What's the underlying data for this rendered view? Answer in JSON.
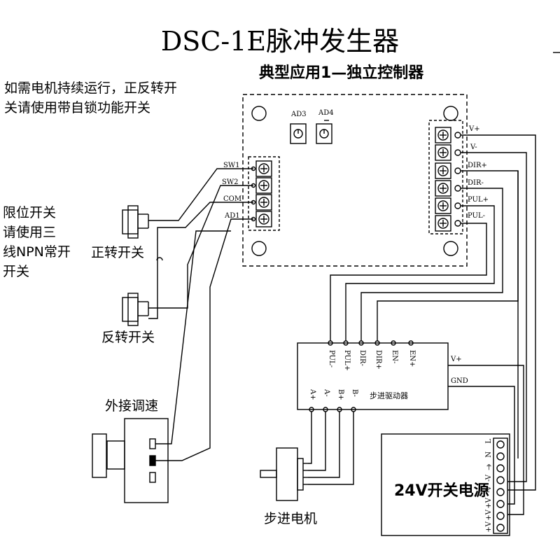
{
  "title": "DSC-1E脉冲发生器",
  "subtitle": "典型应用1—独立控制器",
  "note_top": "如需电机持续运行，正反转开\n关请使用带自锁功能开关",
  "note_limit": "限位开关\n请使用三\n线NPN常开\n开关",
  "labels": {
    "forward_switch": "正转开关",
    "reverse_switch": "反转开关",
    "speed_control": "外接调速",
    "stepper_motor": "步进电机",
    "driver": "步进驱动器",
    "psu": "24V开关电源"
  },
  "controller": {
    "pots": [
      "AD3",
      "AD4"
    ],
    "left_terminals": [
      "SW1",
      "SW2",
      "COM",
      "AD1"
    ],
    "right_terminals": [
      "V+",
      "V-",
      "DIR+",
      "DIR-",
      "PUL+",
      "PUL-"
    ]
  },
  "driver": {
    "top_terminals": [
      "PUL-",
      "PUL+",
      "DIR-",
      "DIR+",
      "EN-",
      "EN+"
    ],
    "bottom_terminals": [
      "A+",
      "A-",
      "B+",
      "B-"
    ],
    "power_terminals": [
      "V+",
      "GND"
    ]
  },
  "psu": {
    "terminals": [
      "L",
      "N",
      "⏚",
      "-V",
      "-V",
      "+V",
      "+V",
      "+V"
    ]
  }
}
